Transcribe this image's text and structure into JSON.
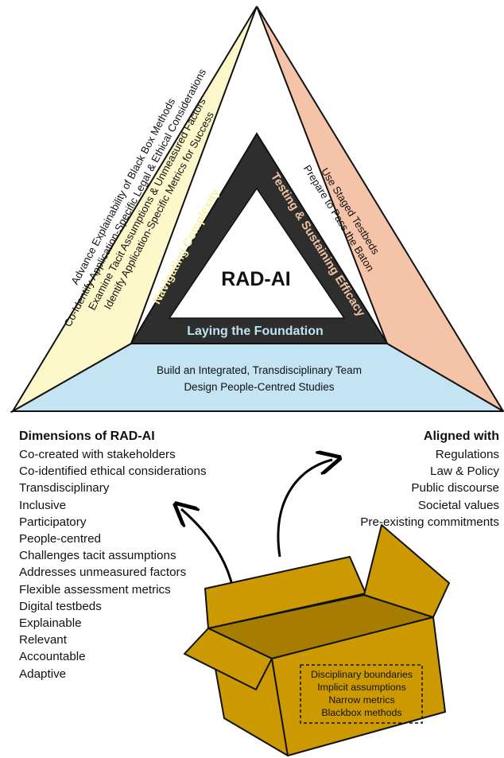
{
  "triangle": {
    "center_label": "RAD-AI",
    "inner_labels": {
      "left": "Navigating Complexity",
      "right": "Testing & Sustaining Efficacy",
      "bottom": "Laying the Foundation"
    },
    "left_panel_items": [
      "Advance Explainability of Black Box Methods",
      "Co-Identify Application-Specific Legal & Ethical Considerations",
      "Examine Tacit Assumptions & Unmeasured Factors",
      "Identify Application-Specific Metrics for Success"
    ],
    "right_panel_items": [
      "Use Staged Testbeds",
      "Prepare to Pass the Baton"
    ],
    "bottom_panel_items": [
      "Build an Integrated, Transdisciplinary Team",
      "Design People-Centred Studies"
    ]
  },
  "dimensions": {
    "title": "Dimensions of RAD-AI",
    "items": [
      "Co-created with stakeholders",
      "Co-identified ethical considerations",
      "Transdisciplinary",
      "Inclusive",
      "Participatory",
      "People-centred",
      "Challenges tacit assumptions",
      "Addresses unmeasured factors",
      "Flexible assessment metrics",
      "Digital testbeds",
      "Explainable",
      "Relevant",
      "Accountable",
      "Adaptive"
    ]
  },
  "aligned": {
    "title": "Aligned with",
    "items": [
      "Regulations",
      "Law & Policy",
      "Public discourse",
      "Societal values",
      "Pre-existing commitments"
    ]
  },
  "box": {
    "items": [
      "Disciplinary boundaries",
      "Implicit assumptions",
      "Narrow metrics",
      "Blackbox methods"
    ]
  },
  "colors": {
    "left_panel": "#fdf8c9",
    "right_panel": "#f5c3a8",
    "bottom_panel": "#c4e3f3",
    "dark_band": "#2e2e2e",
    "left_label": "#faf1a8",
    "right_label": "#f5c1a3",
    "bottom_label": "#bfe1f2",
    "box": "#cc9a00"
  }
}
